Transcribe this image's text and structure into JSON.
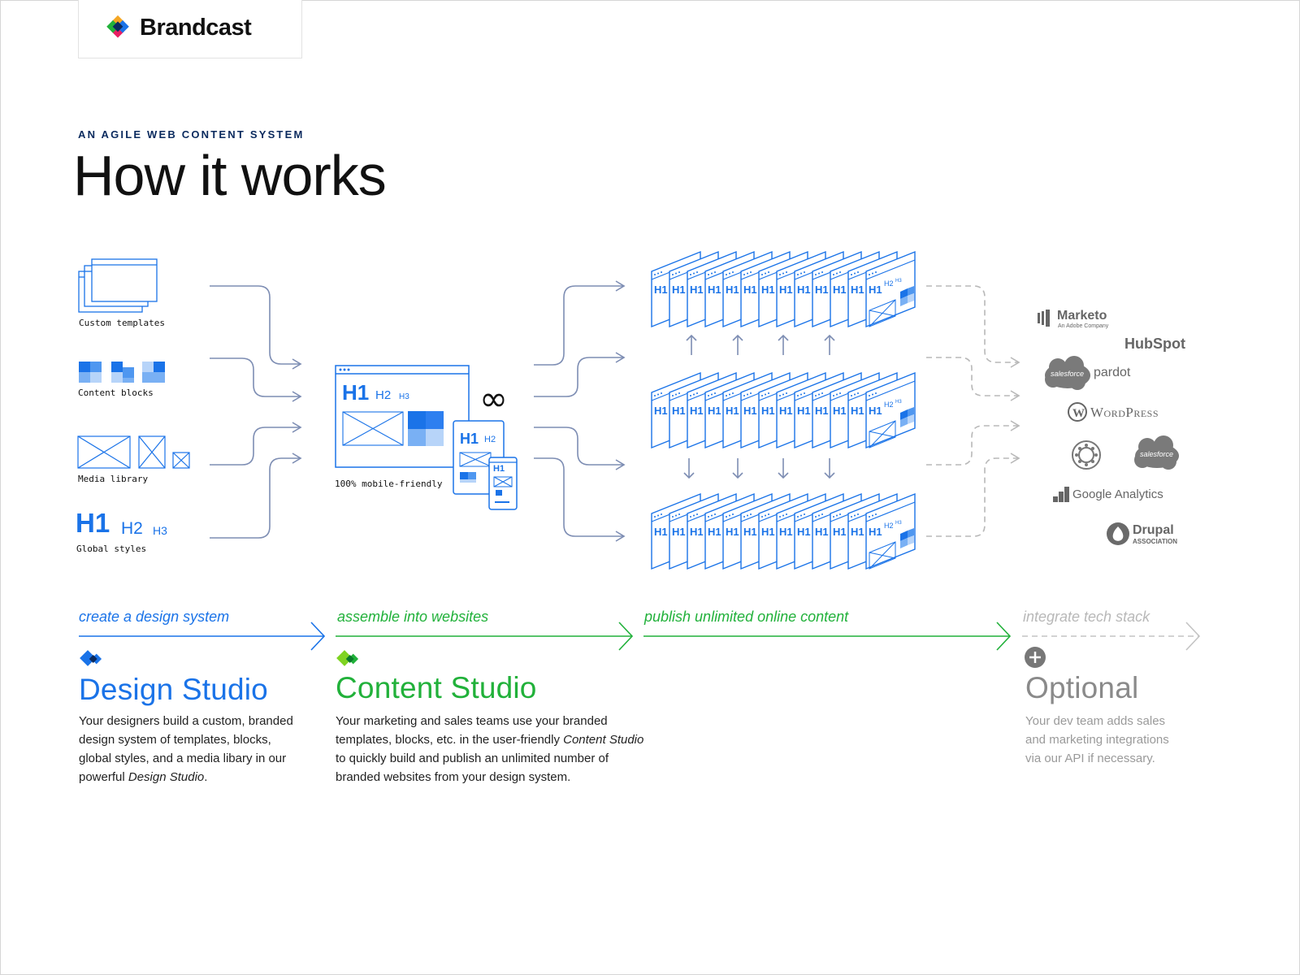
{
  "brand": {
    "name": "Brandcast"
  },
  "hero": {
    "eyebrow": "AN AGILE WEB CONTENT SYSTEM",
    "title": "How it works"
  },
  "inputs": {
    "templates_label": "Custom templates",
    "blocks_label": "Content blocks",
    "media_label": "Media library",
    "styles_label": "Global styles",
    "h1": "H1",
    "h2": "H2",
    "h3": "H3"
  },
  "center": {
    "mobile_label": "100% mobile-friendly",
    "infinity": "∞"
  },
  "integrations": {
    "marketo": "Marketo",
    "marketo_sub": "An Adobe Company",
    "hubspot": "HubSpot",
    "pardot": "pardot",
    "salesforce": "salesforce",
    "wordpress": "WordPress",
    "google_analytics": "Google Analytics",
    "drupal": "Drupal",
    "drupal_sub": "ASSOCIATION"
  },
  "stages": {
    "design": {
      "tag": "create a design system",
      "title": "Design Studio",
      "desc_1": "Your designers build a custom, branded",
      "desc_2": "design system of templates, blocks,",
      "desc_3": "global styles, and a media libary in our",
      "desc_4a": "powerful ",
      "desc_4b": "Design Studio",
      "desc_4c": "."
    },
    "content": {
      "tag": "assemble into websites",
      "title": "Content Studio",
      "desc_1": "Your marketing and sales teams use your branded",
      "desc_2a": "templates, blocks, etc. in the user-friendly ",
      "desc_2b": "Content Studio",
      "desc_3": "to quickly build and publish an unlimited number of",
      "desc_4": "branded websites from your design system."
    },
    "publish": {
      "tag": "publish unlimited online content"
    },
    "optional": {
      "tag": "integrate tech stack",
      "title": "Optional",
      "desc_1": "Your dev team adds sales",
      "desc_2": "and marketing integrations",
      "desc_3": "via our API if necessary."
    }
  },
  "colors": {
    "blue": "#1a73e8",
    "green": "#21b13a",
    "gray": "#b8b8b8",
    "navy": "#0a2a5e",
    "slate": "#7d8db3"
  }
}
